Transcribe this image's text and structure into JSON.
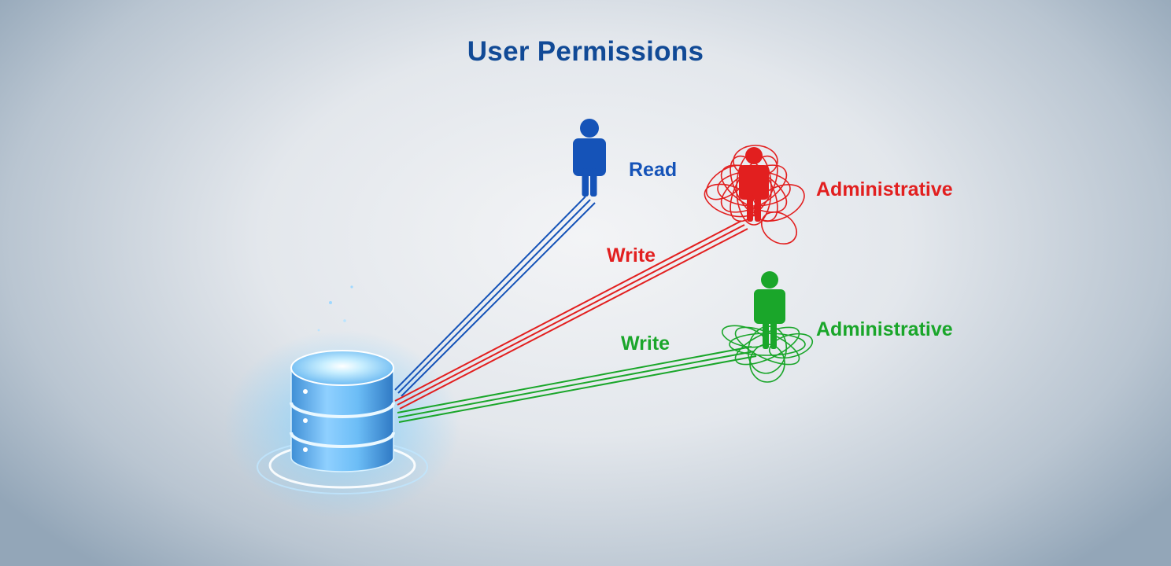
{
  "title": "User Permissions",
  "colors": {
    "read": "#1553b8",
    "write": "#e21f1f",
    "admin": "#1aa62a",
    "title": "#114a96",
    "database": "#7cc7ff"
  },
  "icons": {
    "database": "database-icon",
    "user": "user-icon"
  },
  "users": [
    {
      "id": "read-user",
      "color": "#1553b8",
      "label": "Read"
    },
    {
      "id": "write-user",
      "color": "#e21f1f",
      "label": "Administrative",
      "link_label": "Write"
    },
    {
      "id": "admin-user",
      "color": "#1aa62a",
      "label": "Administrative",
      "link_label": "Write"
    }
  ]
}
